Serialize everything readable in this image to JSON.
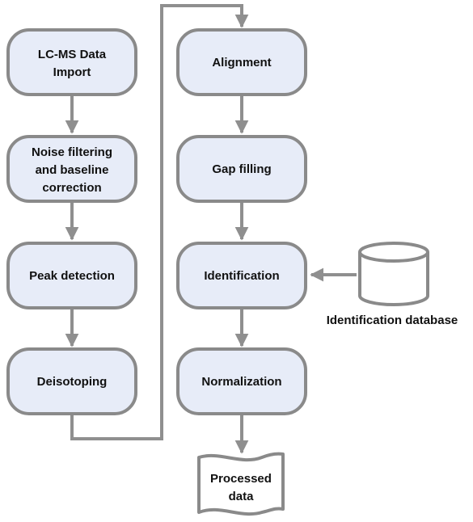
{
  "diagram": {
    "left_column": [
      {
        "line1": "LC-MS Data",
        "line2": "Import"
      },
      {
        "line1": "Noise filtering",
        "line2": "and baseline",
        "line3": "correction"
      },
      {
        "line1": "Peak detection"
      },
      {
        "line1": "Deisotoping"
      }
    ],
    "right_column": [
      {
        "line1": "Alignment"
      },
      {
        "line1": "Gap filling"
      },
      {
        "line1": "Identification"
      },
      {
        "line1": "Normalization"
      }
    ],
    "database_label": "Identification database",
    "output": {
      "line1": "Processed",
      "line2": "data"
    },
    "colors": {
      "box_fill": "#e7ecf8",
      "box_stroke": "#8a8a8a",
      "connector": "#8f8f8f"
    }
  }
}
